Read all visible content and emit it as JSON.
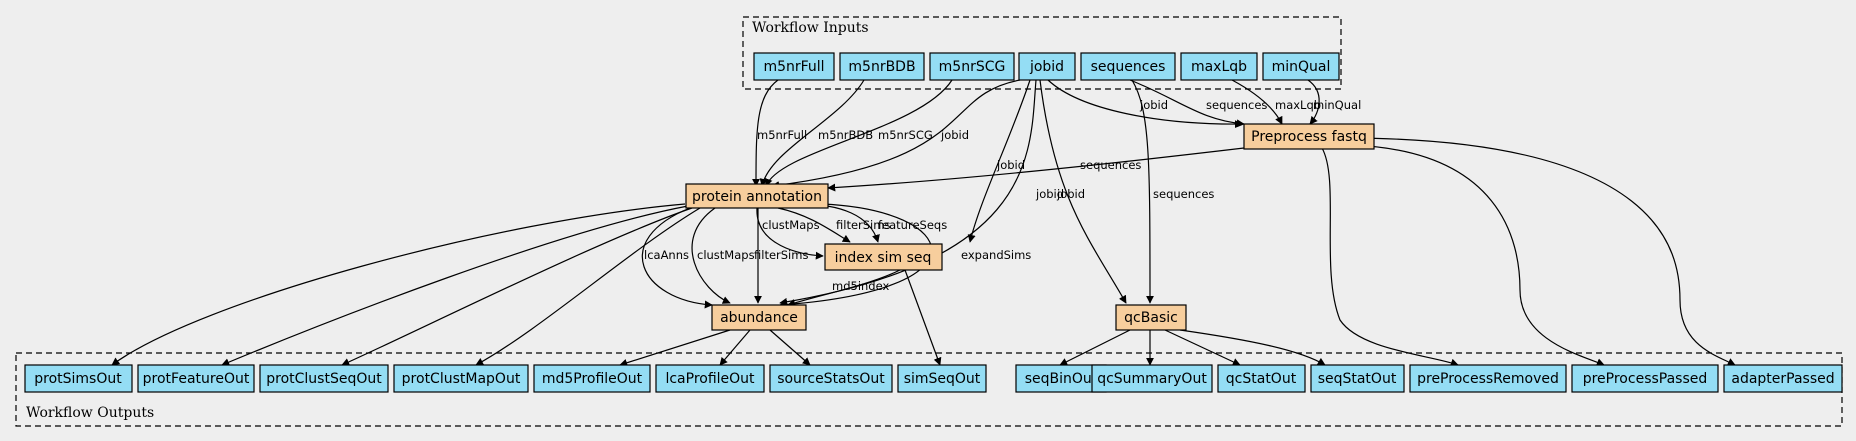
{
  "colors": {
    "input": "#94ddf4",
    "step": "#f7ce9d",
    "output": "#94ddf4",
    "background": "#eeeeee"
  },
  "clusters": {
    "inputs_label": "Workflow Inputs",
    "outputs_label": "Workflow Outputs"
  },
  "inputs": [
    "m5nrFull",
    "m5nrBDB",
    "m5nrSCG",
    "jobid",
    "sequences",
    "maxLqb",
    "minQual"
  ],
  "steps": [
    "Preprocess fastq",
    "protein annotation",
    "index sim seq",
    "abundance",
    "qcBasic"
  ],
  "outputs": [
    "protSimsOut",
    "protFeatureOut",
    "protClustSeqOut",
    "protClustMapOut",
    "md5ProfileOut",
    "lcaProfileOut",
    "sourceStatsOut",
    "simSeqOut",
    "seqBinOut",
    "qcSummaryOut",
    "qcStatOut",
    "seqStatOut",
    "preProcessRemoved",
    "preProcessPassed",
    "adapterPassed"
  ],
  "edge_labels": {
    "m5nrFull": "m5nrFull",
    "m5nrBDB": "m5nrBDB",
    "m5nrSCG": "m5nrSCG",
    "jobid_pa": "jobid",
    "jobid_pf": "jobid",
    "sequences_pf": "sequences",
    "maxLqb": "maxLqb",
    "minQual": "minQual",
    "sequences_pa": "sequences",
    "jobid_idx": "jobid",
    "jobid_ab": "jobid",
    "jobid_qc": "jobid",
    "sequences_qc": "sequences",
    "clustMaps_idx": "clustMaps",
    "filterSims_idx": "filterSims",
    "featureSeqs": "featureSeqs",
    "lcaAnns": "lcaAnns",
    "clustMaps_ab": "clustMaps",
    "filterSims_ab": "filterSims",
    "expandSims": "expandSims",
    "md5index": "md5index"
  }
}
